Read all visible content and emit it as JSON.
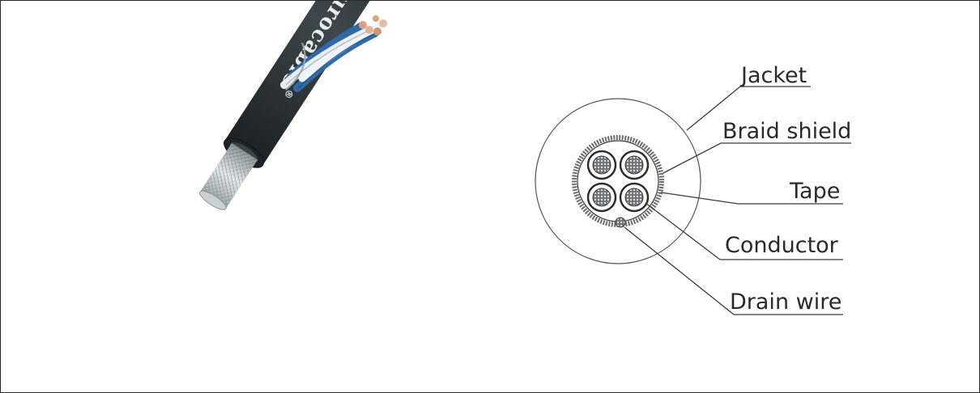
{
  "product": {
    "brand_text": "eurocable",
    "brand_mark": "®"
  },
  "diagram": {
    "labels": {
      "jacket": "Jacket",
      "braid_shield": "Braid shield",
      "tape": "Tape",
      "conductor": "Conductor",
      "drain_wire": "Drain wire"
    }
  },
  "colors": {
    "jacket": "#2b3236",
    "insulation_blue": "#2f6aa6",
    "insulation_white": "#e8eef2",
    "copper": "#d9a184",
    "braid": "#b9c4c8",
    "outline": "#555555"
  }
}
